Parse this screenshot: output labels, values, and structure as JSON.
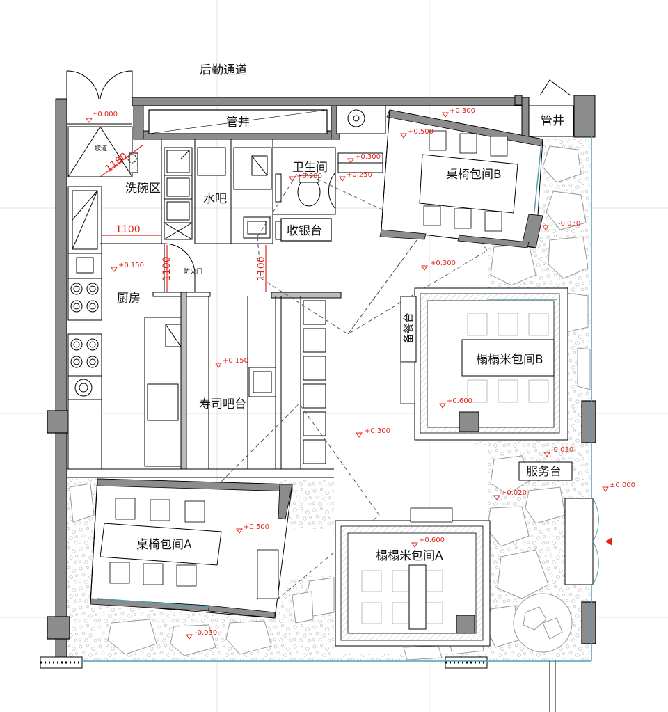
{
  "labels": {
    "corridor": "后勤通道",
    "shaft_main": "管井",
    "shaft_right": "管井",
    "ramp": "坡道",
    "dishwash": "洗碗区",
    "water_bar": "水吧",
    "restroom": "卫生间",
    "cashier": "收银台",
    "fire_door": "防火门",
    "kitchen": "厨房",
    "sushi_bar": "寿司吧台",
    "room_b": "桌椅包间B",
    "room_a": "桌椅包间A",
    "tatami_b": "榻榻米包间B",
    "tatami_a": "榻榻米包间A",
    "pantry": "备餐台",
    "service": "服务台"
  },
  "dimensions": {
    "d1180": "1180",
    "d1100_h": "1100",
    "d1100_v1": "1100",
    "d1100_v2": "1100"
  },
  "elevations": {
    "e_top_left": "±0.000",
    "e_room_b_top": "+0.300",
    "e_room_b": "+0.500",
    "e_wc1": "+0.300",
    "e_wc2": "+0.250",
    "e_kitchen": "+0.150",
    "e_aisle": "+0.300",
    "e_garden_r": "-0.030",
    "e_sushi": "+0.150",
    "e_tatami_b": "+0.600",
    "e_center": "+0.300",
    "e_service": "-0.030",
    "e_entry": "±0.000",
    "e_entry2": "+0.020",
    "e_room_a": "+0.500",
    "e_tatami_a": "+0.600",
    "e_garden_l": "-0.030"
  },
  "colors": {
    "wall": "#8c8c8c",
    "wall_outline": "#000000",
    "annotation": "#e2231a",
    "glass": "#4fa3b5"
  }
}
